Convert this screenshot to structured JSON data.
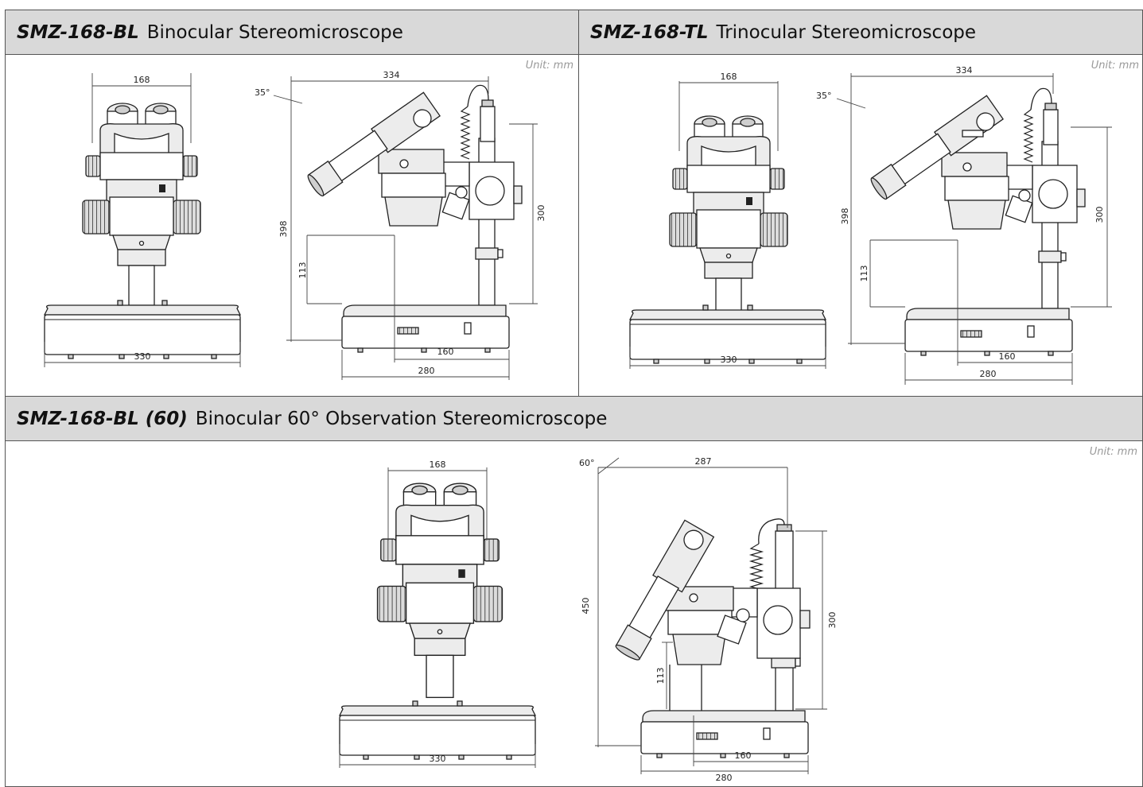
{
  "panels": [
    {
      "model": "SMZ-168-BL",
      "title": "Binocular Stereomicroscope",
      "unit": "Unit: mm",
      "front_view": {
        "width": "168",
        "base_width": "330"
      },
      "side_view": {
        "angle": "35°",
        "depth_top": "334",
        "total_height": "398",
        "pillar_height": "300",
        "stage_height": "113",
        "base_inner": "160",
        "base_depth": "280"
      }
    },
    {
      "model": "SMZ-168-TL",
      "title": "Trinocular Stereomicroscope",
      "unit": "Unit: mm",
      "front_view": {
        "width": "168",
        "base_width": "330"
      },
      "side_view": {
        "angle": "35°",
        "depth_top": "334",
        "total_height": "398",
        "pillar_height": "300",
        "stage_height": "113",
        "base_inner": "160",
        "base_depth": "280"
      }
    },
    {
      "model": "SMZ-168-BL (60)",
      "title": "Binocular 60° Observation Stereomicroscope",
      "unit": "Unit: mm",
      "front_view": {
        "width": "168",
        "base_width": "330"
      },
      "side_view": {
        "angle": "60°",
        "depth_top": "287",
        "total_height": "450",
        "pillar_height": "300",
        "stage_height": "113",
        "base_inner": "160",
        "base_depth": "280"
      }
    }
  ]
}
